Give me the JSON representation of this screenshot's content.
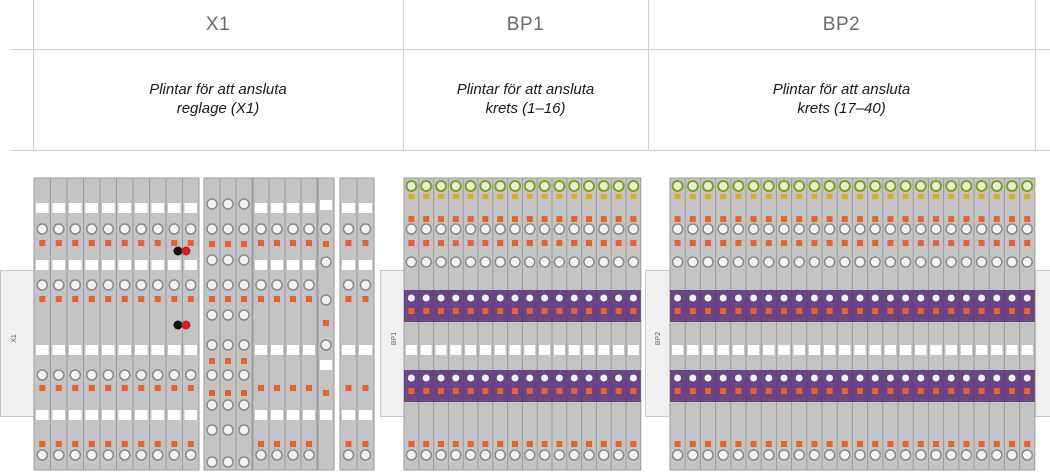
{
  "columns": [
    {
      "id": "x1",
      "title": "X1",
      "desc_line1": "Plintar för att ansluta",
      "desc_line2": "reglage (X1)",
      "side": "X1"
    },
    {
      "id": "bp1",
      "title": "BP1",
      "desc_line1": "Plintar för att ansluta",
      "desc_line2": "krets (1–16)",
      "side": "BP1"
    },
    {
      "id": "bp2",
      "title": "BP2",
      "desc_line1": "Plintar för att ansluta",
      "desc_line2": "krets (17–40)",
      "side": "BP2"
    }
  ],
  "colors": {
    "terminal_grey": "#c4c4c4",
    "screw_grey": "#8a8a8a",
    "orange": "#e8622a",
    "purple": "#5a2f7a",
    "green": "#7aa02a",
    "yellow": "#d8b024",
    "red": "#d02020"
  }
}
